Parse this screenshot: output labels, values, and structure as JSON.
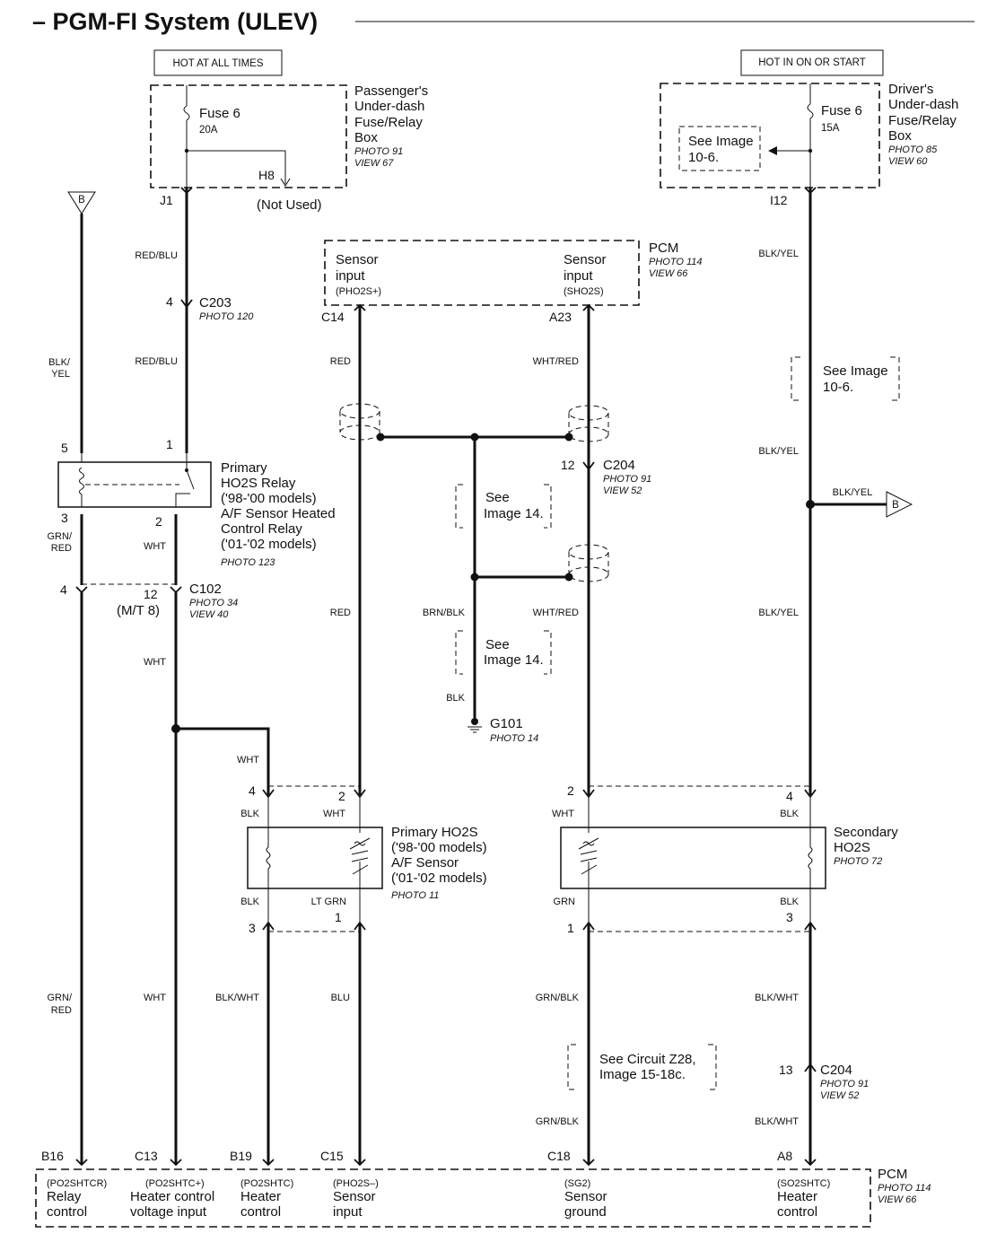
{
  "title": "– PGM-FI System (ULEV)",
  "power": {
    "left_label": "HOT AT ALL TIMES",
    "right_label": "HOT IN ON OR START"
  },
  "fuse_boxes": {
    "passenger": {
      "name": [
        "Passenger's",
        "Under-dash",
        "Fuse/Relay",
        "Box"
      ],
      "photo": "PHOTO 91",
      "view": "VIEW 67",
      "fuse": "Fuse 6",
      "rating": "20A",
      "pin_out": "J1",
      "pin_unused": "H8",
      "not_used": "(Not Used)"
    },
    "driver": {
      "name": [
        "Driver's",
        "Under-dash",
        "Fuse/Relay",
        "Box"
      ],
      "photo": "PHOTO 85",
      "view": "VIEW 60",
      "fuse": "Fuse 6",
      "rating": "15A",
      "pin_out": "I12",
      "see_image": [
        "See Image",
        "10-6."
      ]
    }
  },
  "pcm_top": {
    "name": "PCM",
    "photo": "PHOTO 114",
    "view": "VIEW 66",
    "left": {
      "lines": [
        "Sensor",
        "input"
      ],
      "code": "(PHO2S+)",
      "pin": "C14"
    },
    "right": {
      "lines": [
        "Sensor",
        "input"
      ],
      "code": "(SHO2S)",
      "pin": "A23"
    }
  },
  "connectors": {
    "c203": {
      "name": "C203",
      "photo": "PHOTO 120",
      "pin": "4"
    },
    "c204a": {
      "name": "C204",
      "photo": "PHOTO 91",
      "view": "VIEW 52",
      "pin": "12"
    },
    "c102": {
      "name": "C102",
      "photo": "PHOTO 34",
      "view": "VIEW 40",
      "pin_left": "4",
      "pin_right": "12",
      "mt": "(M/T 8)"
    },
    "c204b": {
      "name": "C204",
      "photo": "PHOTO 91",
      "view": "VIEW 52",
      "pin": "13"
    }
  },
  "relay": {
    "lines": [
      "Primary",
      "HO2S Relay",
      "('98-'00 models)",
      "A/F Sensor Heated",
      "Control Relay",
      "('01-'02 models)"
    ],
    "photo": "PHOTO 123",
    "pins": {
      "tl": "5",
      "tr": "1",
      "bl": "3",
      "br": "2"
    }
  },
  "primary_sensor": {
    "lines": [
      "Primary HO2S",
      "('98-'00 models)",
      "A/F Sensor",
      "('01-'02 models)"
    ],
    "photo": "PHOTO 11",
    "pins": {
      "tl": "4",
      "tr": "2",
      "bl": "3",
      "br": "1"
    }
  },
  "secondary_sensor": {
    "lines": [
      "Secondary",
      "HO2S"
    ],
    "photo": "PHOTO 72",
    "pins": {
      "tl": "2",
      "tr": "4",
      "bl": "1",
      "br": "3"
    }
  },
  "ground": {
    "name": "G101",
    "photo": "PHOTO 14"
  },
  "see_images": {
    "img14a": [
      "See",
      "Image 14."
    ],
    "img14b": [
      "See",
      "Image 14."
    ],
    "img106": [
      "See Image",
      "10-6."
    ],
    "z28": [
      "See Circuit Z28,",
      "Image 15-18c."
    ]
  },
  "offpage": {
    "letter": "B"
  },
  "wire_colors": {
    "redblu_1": "RED/BLU",
    "redblu_2": "RED/BLU",
    "blkyel_left": [
      "BLK/",
      "YEL"
    ],
    "blkyel_1": "BLK/YEL",
    "blkyel_2": "BLK/YEL",
    "blkyel_3": "BLK/YEL",
    "blkyel_4": "BLK/YEL",
    "red_1": "RED",
    "red_2": "RED",
    "whtred_1": "WHT/RED",
    "whtred_2": "WHT/RED",
    "grnred_1": [
      "GRN/",
      "RED"
    ],
    "grnred_2": [
      "GRN/",
      "RED"
    ],
    "wht_1": "WHT",
    "wht_2": "WHT",
    "wht_3": "WHT",
    "wht_4": "WHT",
    "wht_5": "WHT",
    "wht_6": "WHT",
    "brnblk": "BRN/BLK",
    "blk_g": "BLK",
    "blk_1": "BLK",
    "blk_2": "BLK",
    "blk_3": "BLK",
    "blk_4": "BLK",
    "ltgrn": "LT GRN",
    "grn": "GRN",
    "blkwht_1": "BLK/WHT",
    "blkwht_2": "BLK/WHT",
    "blkwht_3": "BLK/WHT",
    "blu": "BLU",
    "grnblk_1": "GRN/BLK",
    "grnblk_2": "GRN/BLK"
  },
  "pcm_bottom": {
    "name": "PCM",
    "photo": "PHOTO 114",
    "view": "VIEW 66",
    "terminals": [
      {
        "pin": "B16",
        "code": "(PO2SHTCR)",
        "lines": [
          "Relay",
          "control"
        ]
      },
      {
        "pin": "C13",
        "code": "(PO2SHTC+)",
        "lines": [
          "Heater control",
          "voltage input"
        ]
      },
      {
        "pin": "B19",
        "code": "(PO2SHTC)",
        "lines": [
          "Heater",
          "control"
        ]
      },
      {
        "pin": "C15",
        "code": "(PHO2S–)",
        "lines": [
          "Sensor",
          "input"
        ]
      },
      {
        "pin": "C18",
        "code": "(SG2)",
        "lines": [
          "Sensor",
          "ground"
        ]
      },
      {
        "pin": "A8",
        "code": "(SO2SHTC)",
        "lines": [
          "Heater",
          "control"
        ]
      }
    ]
  }
}
